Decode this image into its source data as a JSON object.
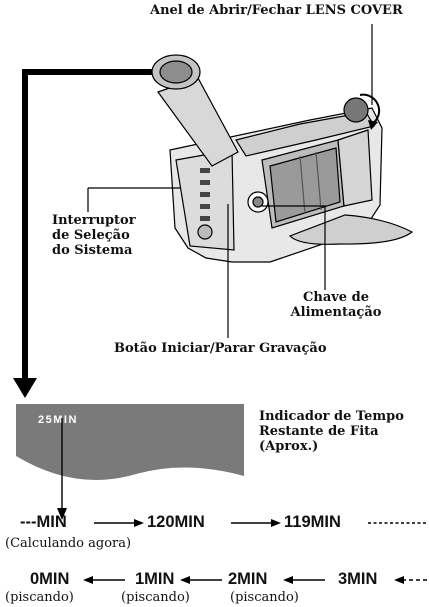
{
  "callouts": {
    "lens_cover": "Anel de Abrir/Fechar LENS COVER",
    "system_switch": [
      "Interruptor",
      "de Seleção",
      "do Sistema"
    ],
    "power_switch": [
      "Chave de",
      "Alimentação"
    ],
    "record_button": "Botão Iniciar/Parar Gravação"
  },
  "display": {
    "readout": "25MIN",
    "caption": [
      "Indicador de Tempo",
      "Restante de Fita",
      "(Aprox.)"
    ]
  },
  "sequence_1": {
    "items": [
      "---MIN",
      "120MIN",
      "119MIN"
    ],
    "note": "(Calculando agora)"
  },
  "sequence_2": {
    "items": [
      "0MIN",
      "1MIN",
      "2MIN",
      "3MIN"
    ],
    "notes": [
      "(piscando)",
      "(piscando)",
      "(piscando)"
    ]
  },
  "colors": {
    "display_bg": "#7a7a7a",
    "ink": "#111111"
  }
}
